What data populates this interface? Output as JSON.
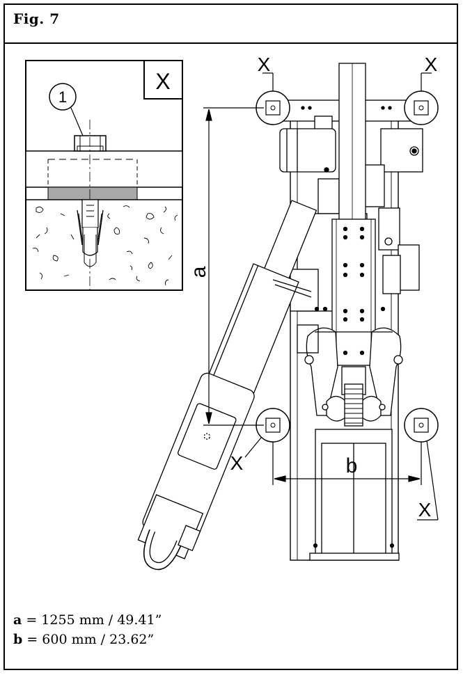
{
  "figure": {
    "title": "Fig.  7"
  },
  "detail": {
    "title": "X",
    "callout": "1"
  },
  "dimensions": {
    "a_label": "a",
    "b_label": "b"
  },
  "markers": {
    "label": "X"
  },
  "legend": [
    {
      "var": "a",
      "text": " = 1255 mm / 49.41”"
    },
    {
      "var": "b",
      "text": " = 600 mm / 23.62”"
    }
  ]
}
